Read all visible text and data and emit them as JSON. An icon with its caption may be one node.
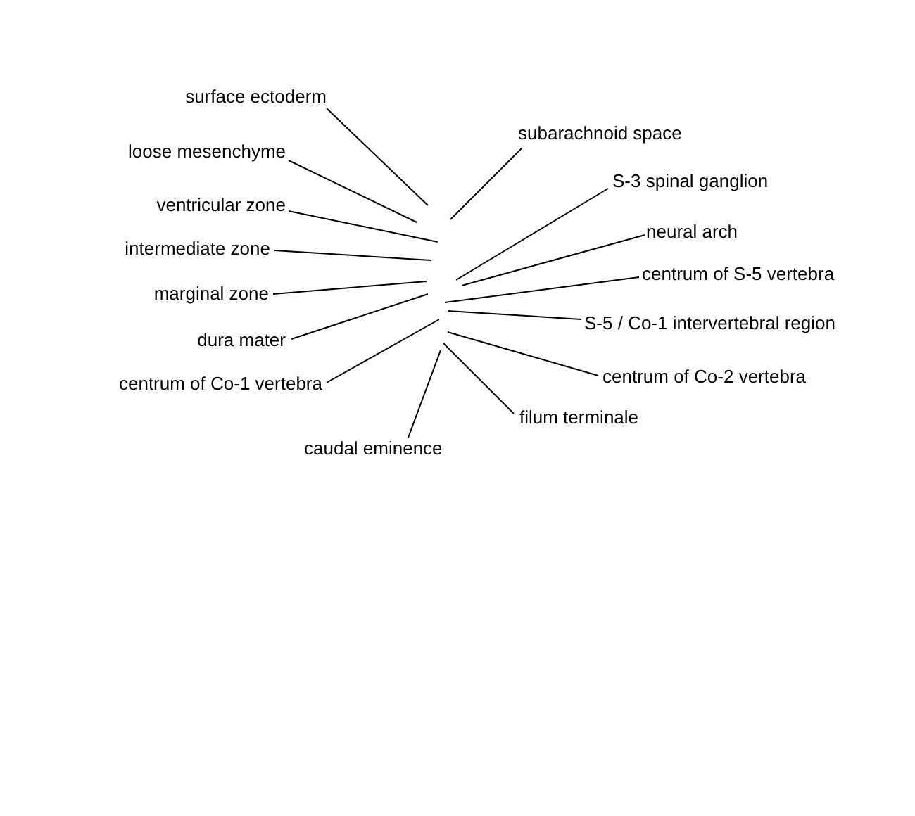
{
  "diagram": {
    "nodes": [
      {
        "text": [
          "surface ectoderm"
        ]
      },
      {
        "text": [
          "loose mesenchyme"
        ]
      },
      {
        "text": [
          "ventricular zone"
        ]
      },
      {
        "text": [
          "intermediate zone"
        ]
      },
      {
        "text": [
          "marginal zone"
        ]
      },
      {
        "text": [
          "dura mater"
        ]
      },
      {
        "text": [
          "centrum of Co-1 vertebra"
        ]
      },
      {
        "text": [
          "caudal eminence"
        ]
      },
      {
        "text": [
          "subarachnoid space"
        ]
      },
      {
        "text": [
          "S-3 spinal ganglion"
        ]
      },
      {
        "text": [
          "neural arch"
        ]
      },
      {
        "text": [
          "centrum of S-5 vertebra"
        ]
      },
      {
        "text": [
          "S-5 / Co-1 intervertebral region"
        ]
      },
      {
        "text": [
          "centrum of Co-2 vertebra"
        ]
      },
      {
        "text": [
          "filum terminale"
        ]
      }
    ],
    "edges": [
      {
        "from": 0,
        "to": null,
        "arrow": "none"
      },
      {
        "from": 1,
        "to": null,
        "arrow": "none"
      },
      {
        "from": 2,
        "to": null,
        "arrow": "none"
      },
      {
        "from": 3,
        "to": null,
        "arrow": "none"
      },
      {
        "from": 4,
        "to": null,
        "arrow": "none"
      },
      {
        "from": 5,
        "to": null,
        "arrow": "none"
      },
      {
        "from": 6,
        "to": null,
        "arrow": "none"
      },
      {
        "from": 7,
        "to": null,
        "arrow": "none"
      },
      {
        "from": 8,
        "to": null,
        "arrow": "none"
      },
      {
        "from": 9,
        "to": null,
        "arrow": "none"
      },
      {
        "from": 10,
        "to": null,
        "arrow": "none"
      },
      {
        "from": 11,
        "to": null,
        "arrow": "none"
      },
      {
        "from": 12,
        "to": null,
        "arrow": "none"
      },
      {
        "from": 13,
        "to": null,
        "arrow": "none"
      },
      {
        "from": 14,
        "to": null,
        "arrow": "none"
      }
    ]
  }
}
